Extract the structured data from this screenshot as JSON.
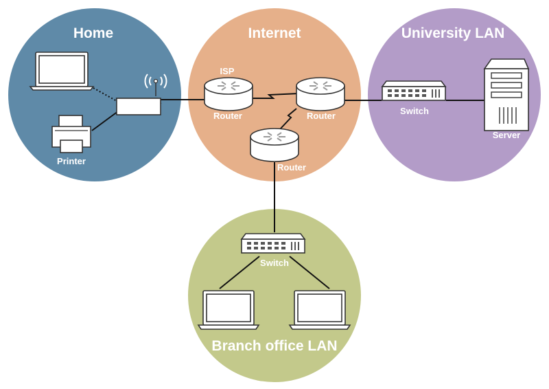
{
  "zones": {
    "home": {
      "title": "Home",
      "color": "#5f8aa8"
    },
    "internet": {
      "title": "Internet",
      "color": "#e6b08a"
    },
    "university": {
      "title": "University LAN",
      "color": "#b39cc8"
    },
    "branch": {
      "title": "Branch office LAN",
      "color": "#c3c98b"
    }
  },
  "labels": {
    "printer": "Printer",
    "isp": "ISP",
    "router_isp": "Router",
    "router_right": "Router",
    "router_bottom": "Router",
    "switch_university": "Switch",
    "server": "Server",
    "switch_branch": "Switch"
  },
  "icons": {
    "laptop": "laptop-icon",
    "printer": "printer-icon",
    "wireless_router": "wireless-router-icon",
    "router": "router-icon",
    "switch": "switch-icon",
    "server": "server-icon"
  }
}
